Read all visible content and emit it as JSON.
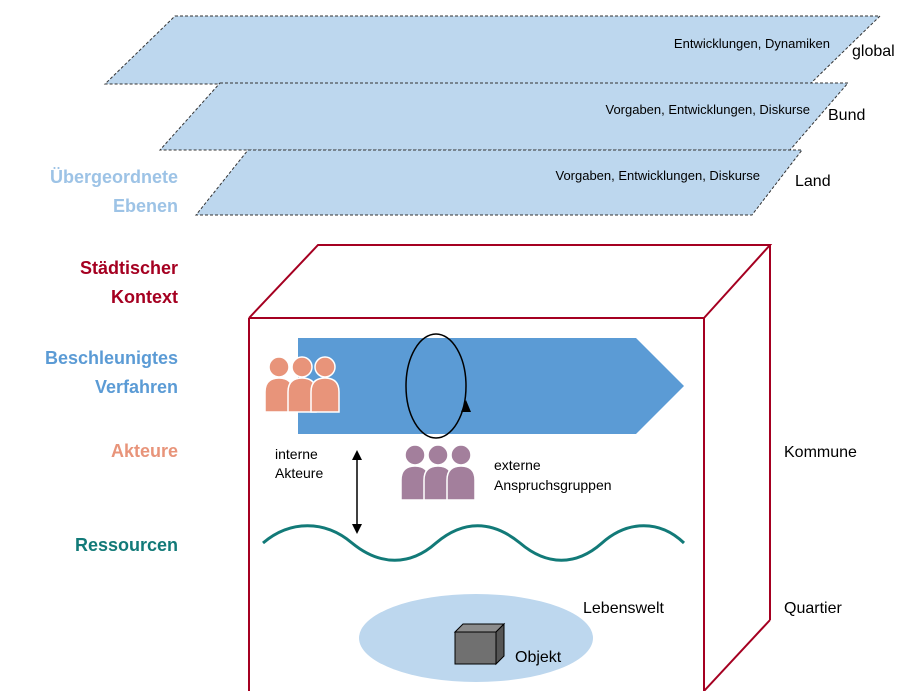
{
  "levels": [
    {
      "plane_text": "Entwicklungen, Dynamiken",
      "name": "global"
    },
    {
      "plane_text": "Vorgaben, Entwicklungen, Diskurse",
      "name": "Bund"
    },
    {
      "plane_text": "Vorgaben, Entwicklungen, Diskurse",
      "name": "Land"
    }
  ],
  "left_labels": {
    "uebergeordnete_line1": "Übergeordnete",
    "uebergeordnete_line2": "Ebenen",
    "staedtischer_line1": "Städtischer",
    "staedtischer_line2": "Kontext",
    "verfahren_line1": "Beschleunigtes",
    "verfahren_line2": "Verfahren",
    "akteure": "Akteure",
    "ressourcen": "Ressourcen"
  },
  "inside": {
    "interne_line1": "interne",
    "interne_line2": "Akteure",
    "externe_line1": "externe",
    "externe_line2": "Anspruchsgruppen",
    "lebenswelt": "Lebenswelt",
    "objekt": "Objekt"
  },
  "right_labels": {
    "kommune": "Kommune",
    "quartier": "Quartier"
  },
  "colors": {
    "plane_fill": "#bdd7ee",
    "uebergeordnete": "#9dc3e6",
    "staedtischer": "#a50021",
    "box_stroke": "#a50021",
    "verfahren": "#5b9bd5",
    "akteure": "#e8947a",
    "externe": "#a37f9c",
    "ressourcen": "#127a78",
    "lebenswelt": "#bdd7ee",
    "objekt": "#707070"
  }
}
